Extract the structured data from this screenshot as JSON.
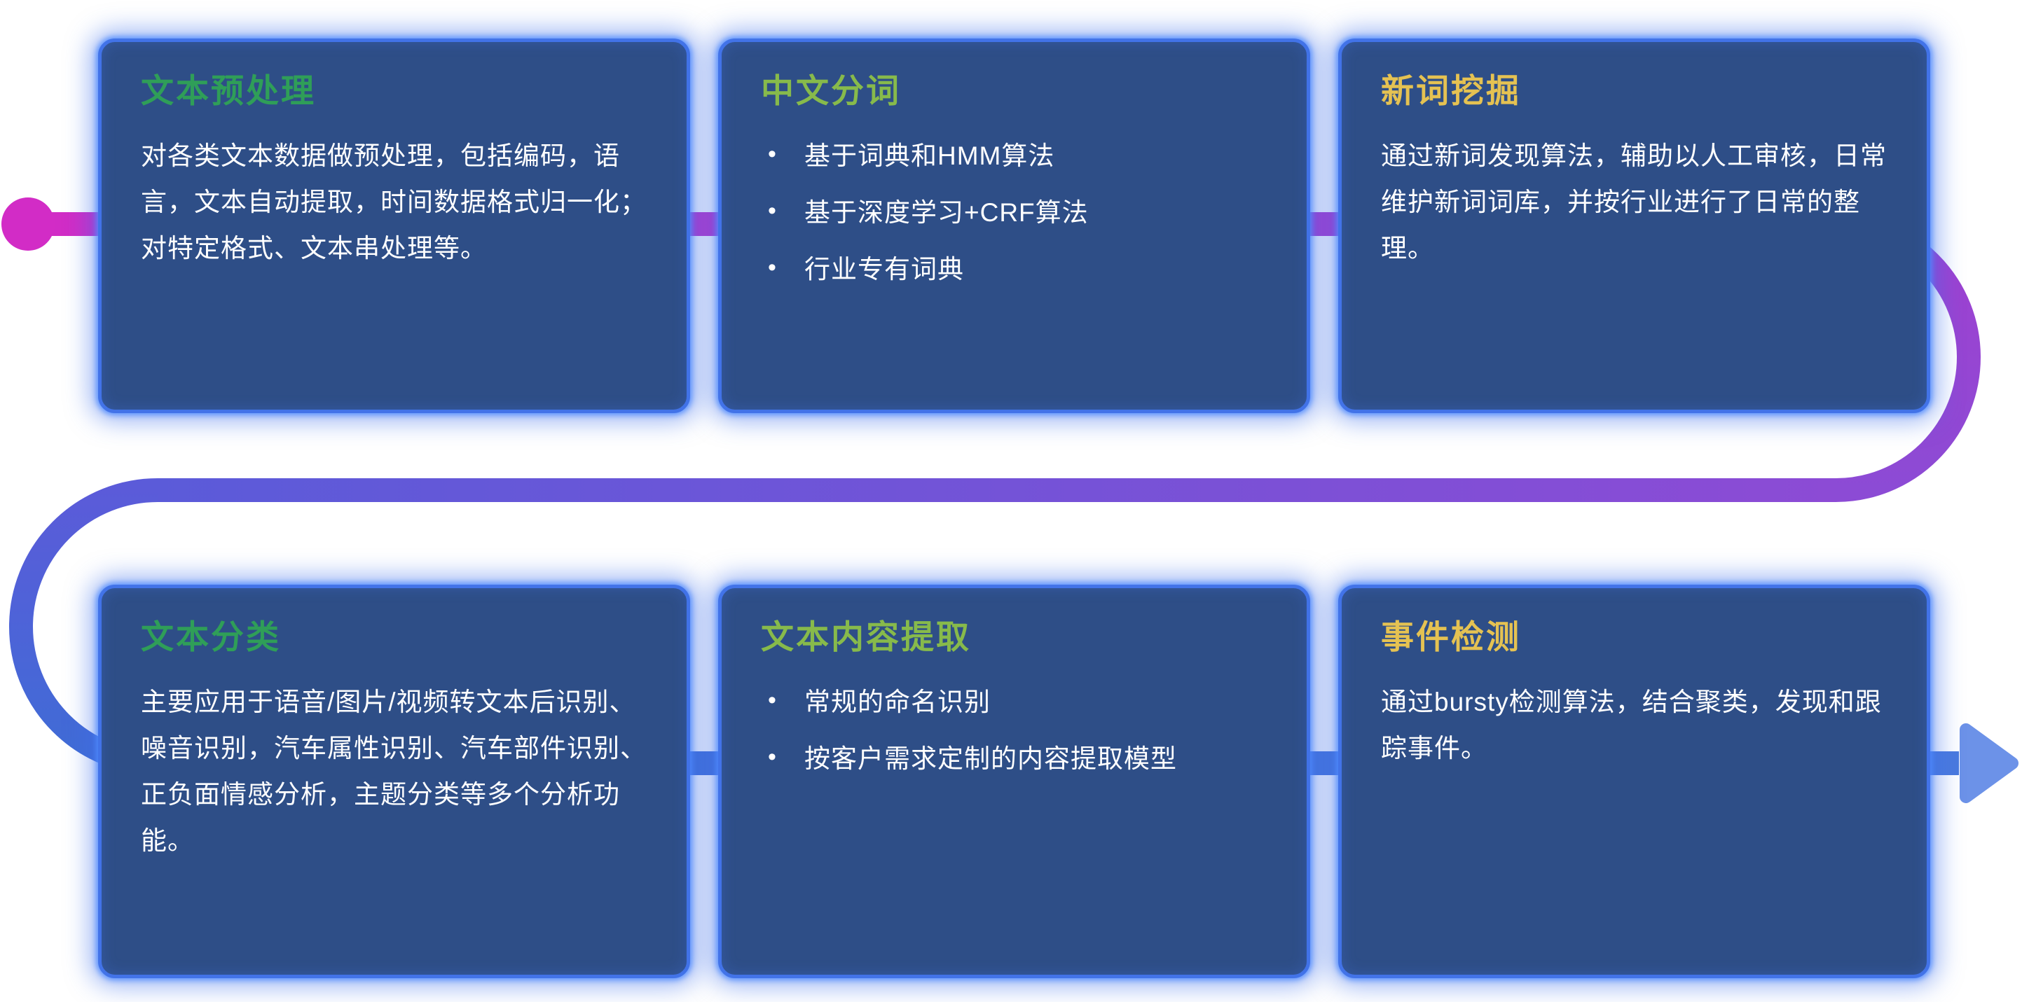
{
  "diagram": {
    "cards": [
      {
        "name": "text-preprocessing",
        "title": "文本预处理",
        "title_color": "#2f9e58",
        "type": "paragraph",
        "body": "对各类文本数据做预处理，包括编码，语言，文本自动提取，时间数据格式归一化；对特定格式、文本串处理等。"
      },
      {
        "name": "chinese-word-segmentation",
        "title": "中文分词",
        "title_color": "#87ba4b",
        "type": "bullets",
        "bullets": [
          "基于词典和HMM算法",
          "基于深度学习+CRF算法",
          "行业专有词典"
        ]
      },
      {
        "name": "new-word-mining",
        "title": "新词挖掘",
        "title_color": "#e5c252",
        "type": "paragraph",
        "body": "通过新词发现算法，辅助以人工审核，日常维护新词词库，并按行业进行了日常的整理。"
      },
      {
        "name": "text-classification",
        "title": "文本分类",
        "title_color": "#2f9e58",
        "type": "paragraph",
        "body": "主要应用于语音/图片/视频转文本后识别、噪音识别，汽车属性识别、汽车部件识别、正负面情感分析，主题分类等多个分析功能。"
      },
      {
        "name": "text-content-extraction",
        "title": "文本内容提取",
        "title_color": "#87ba4b",
        "type": "bullets",
        "bullets": [
          "常规的命名识别",
          "按客户需求定制的内容提取模型"
        ]
      },
      {
        "name": "event-detection",
        "title": "事件检测",
        "title_color": "#e5c252",
        "type": "paragraph",
        "body": "通过bursty检测算法，结合聚类，发现和跟踪事件。"
      }
    ],
    "flow": {
      "start_dot_color": "#d22cc6",
      "row1_gradient": [
        "#d22cc6",
        "#a040d0"
      ],
      "right_turn_gradient": [
        "#a040d0",
        "#8c4bd5"
      ],
      "middle_gradient": [
        "#5b5bd9",
        "#8c4bd5"
      ],
      "left_turn_gradient": [
        "#5b5bd9",
        "#3f6cd6"
      ],
      "row2_gradient": [
        "#3f6cd6",
        "#4a7ade"
      ],
      "arrow_color": "#6c92e8"
    },
    "card_style": {
      "background": "#2e4e87",
      "border": "#4273e8",
      "body_text": "#ffffff"
    }
  }
}
